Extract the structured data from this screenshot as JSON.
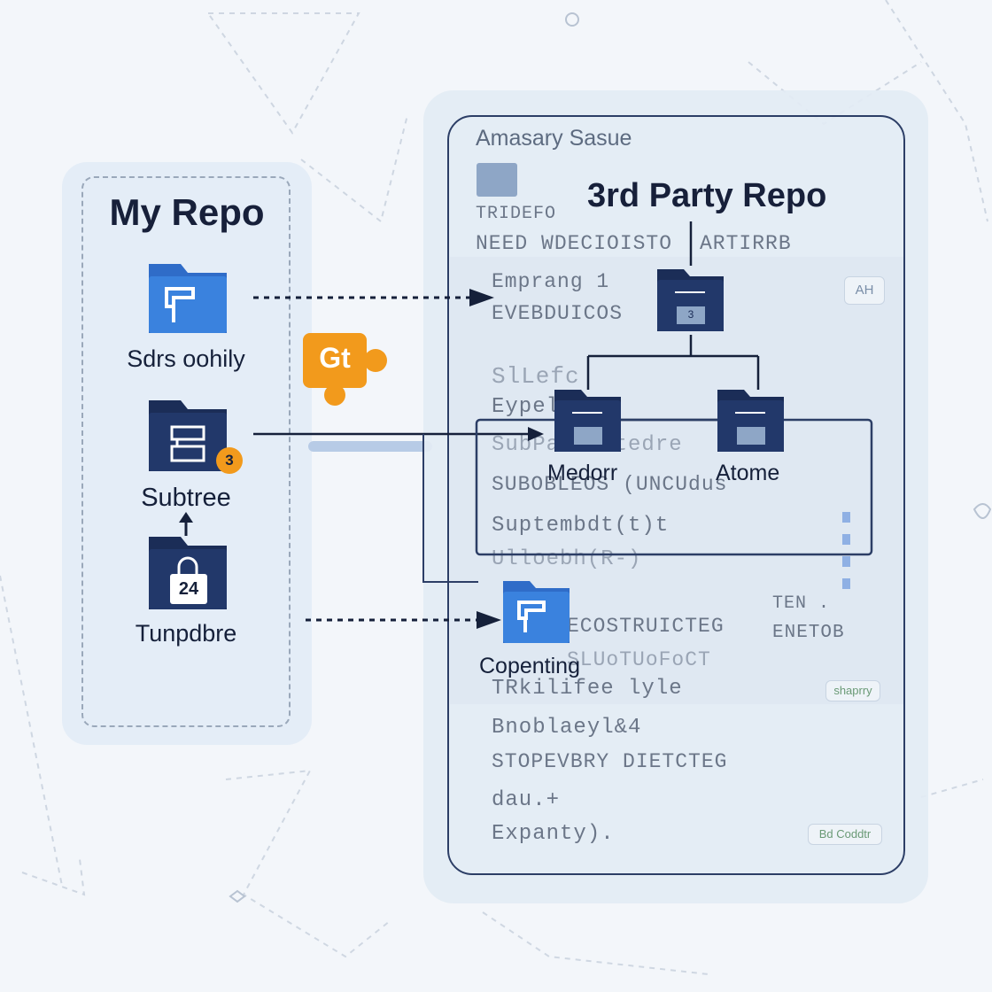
{
  "left": {
    "title": "My Repo",
    "items": [
      {
        "label": "Sdrs oohily"
      },
      {
        "label": "Subtree",
        "badge": "3"
      },
      {
        "label": "Tunpdbre",
        "icon_text": "24"
      }
    ]
  },
  "git_badge": "Gt",
  "right": {
    "header": "Amasary Sasue",
    "title": "3rd Party Repo",
    "folder_label": "TRIDEFO",
    "line1_left": "NEED WDECIOISTO",
    "line1_right": "ARTIRRB",
    "line_a": "Emprang 1",
    "line_b": "EVEBDUICOS",
    "line_c": "SlLefc",
    "line_d": "Eypel",
    "line_e": "SubPac Untedre",
    "line_f": "SUBOBLEOS (UNCUdus",
    "line_g": "Suptembdt(t)t",
    "line_h": "Ulloebh(R-)",
    "line_i": "ECOSTRUICTEG",
    "line_j": "SLUoTUoFoCT",
    "line_k": "TRkilifee lyle",
    "line_l": "Bnoblaeyl&4",
    "line_m": "STOPEVBRY DIETCTEG",
    "line_n": "dau.+",
    "line_o": "Expanty).",
    "side_1": "TEN .",
    "side_2": "ENETOB",
    "chip_top": "AH",
    "chip_a": "shaprry",
    "chip_b": "Bd Coddtr",
    "top_node_badge": "3",
    "node_left_label": "Medorr",
    "node_right_label": "Atome",
    "node_bottom_label": "Copenting"
  },
  "colors": {
    "navy": "#1f3566",
    "blue": "#3a7fdc",
    "orange": "#f29a1c",
    "panel": "#e4edf7"
  }
}
